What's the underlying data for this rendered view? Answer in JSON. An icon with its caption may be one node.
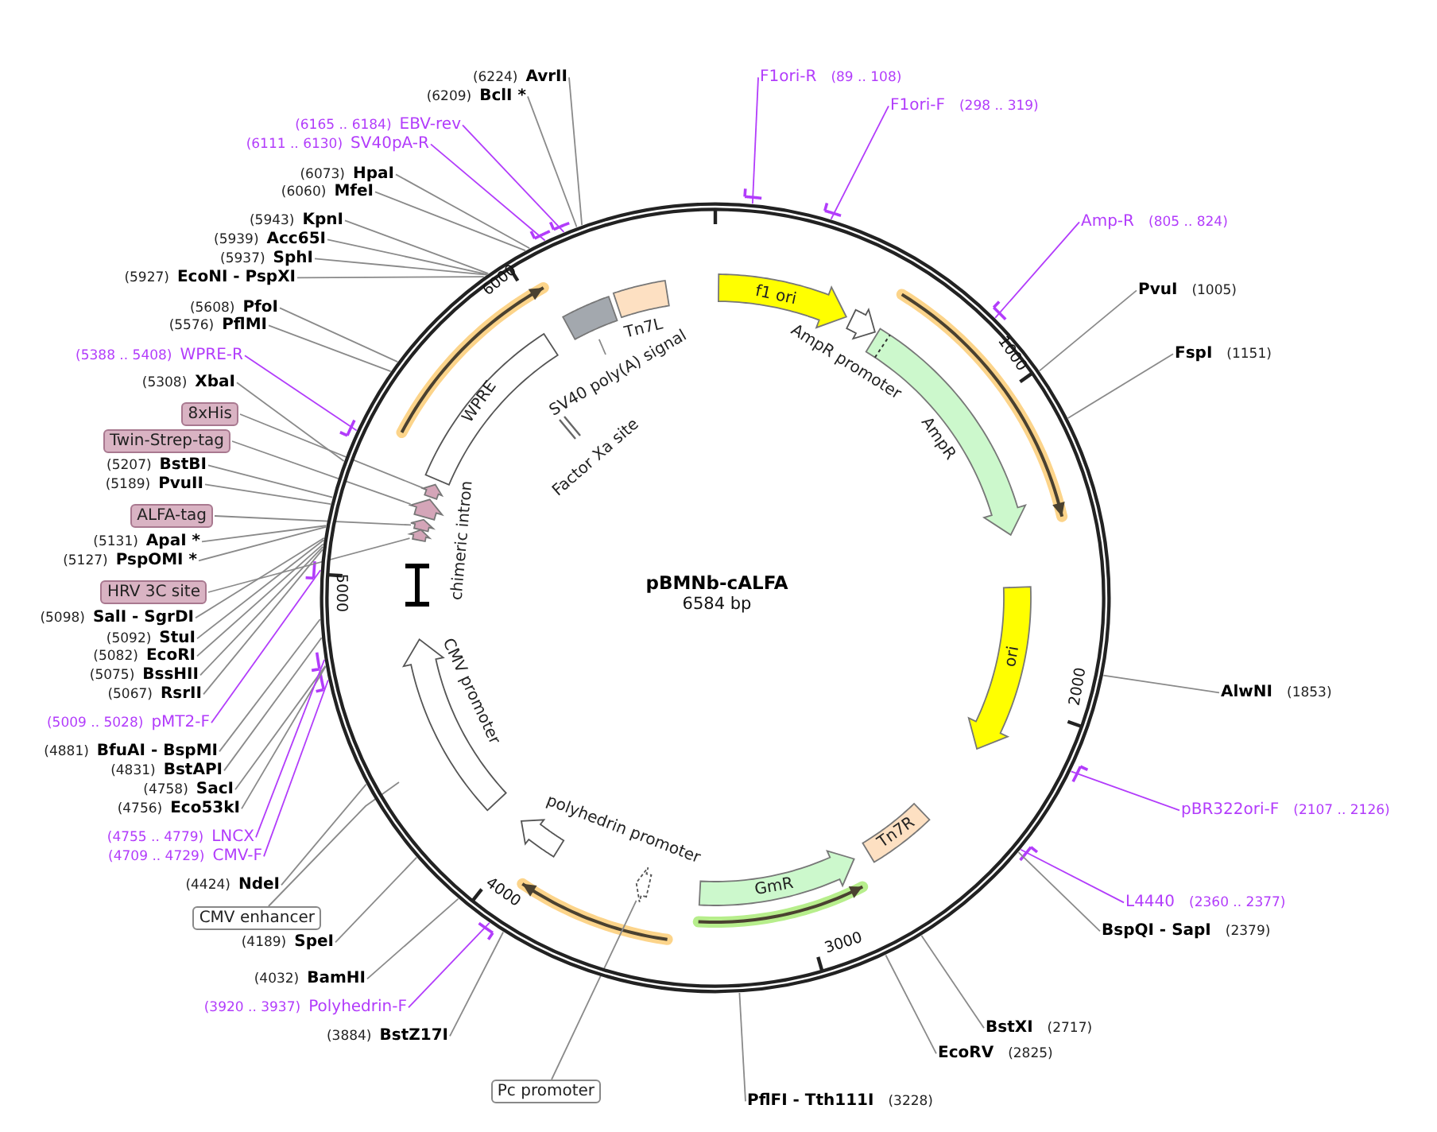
{
  "diagram": {
    "title": "pBMNb-cALFA",
    "nodes": [
      {
        "text": [],
        "shape": "circle"
      },
      {
        "text": [
          "f1 ori"
        ],
        "in": 0
      },
      {
        "text": [
          "AmpR promoter"
        ],
        "in": 0
      },
      {
        "text": [
          "AmpR"
        ],
        "in": 0
      },
      {
        "text": [
          "ori"
        ],
        "in": 0
      },
      {
        "text": [
          "Tn7R"
        ],
        "in": 0
      },
      {
        "text": [
          "GmR"
        ],
        "in": 0
      },
      {
        "text": [
          "polyhedrin promoter"
        ],
        "in": 0
      },
      {
        "text": [],
        "shape": "arrow",
        "in": 0
      },
      {
        "text": [
          "CMV promoter"
        ],
        "in": 0
      },
      {
        "text": [
          "chimeric intron"
        ],
        "in": 0
      },
      {
        "text": [],
        "shape": "arrow",
        "in": 0
      },
      {
        "text": [],
        "shape": "arrow",
        "in": 0
      },
      {
        "text": [],
        "shape": "arrow",
        "in": 0
      },
      {
        "text": [],
        "shape": "arrow",
        "in": 0
      },
      {
        "text": [
          "WPRE"
        ],
        "in": 0
      },
      {
        "text": [],
        "shape": "box",
        "in": 0
      },
      {
        "text": [
          "SV40 poly(A) signal"
        ],
        "in": 0
      },
      {
        "text": [
          "Tn7L"
        ],
        "in": 0
      },
      {
        "text": [
          "Factor Xa site"
        ],
        "in": 0
      },
      {
        "text": [
          "(6224)",
          "AvrII"
        ]
      },
      {
        "text": [
          "(6209)",
          "BclI *"
        ]
      },
      {
        "text": [
          "(6165 .. 6184)",
          "EBV-rev"
        ]
      },
      {
        "text": [
          "(6111 .. 6130)",
          "SV40pA-R"
        ]
      },
      {
        "text": [
          "(6073)",
          "HpaI"
        ]
      },
      {
        "text": [
          "(6060)",
          "MfeI"
        ]
      },
      {
        "text": [
          "(5943)",
          "KpnI"
        ]
      },
      {
        "text": [
          "(5939)",
          "Acc65I"
        ]
      },
      {
        "text": [
          "(5937)",
          "SphI"
        ]
      },
      {
        "text": [
          "(5927)",
          "EcoNI - PspXI"
        ]
      },
      {
        "text": [
          "(5608)",
          "PfoI"
        ]
      },
      {
        "text": [
          "(5576)",
          "PflMI"
        ]
      },
      {
        "text": [
          "(5388 .. 5408)",
          "WPRE-R"
        ]
      },
      {
        "text": [
          "(5308)",
          "XbaI"
        ]
      },
      {
        "text": [
          "8xHis"
        ]
      },
      {
        "text": [
          "Twin-Strep-tag"
        ]
      },
      {
        "text": [
          "(5207)",
          "BstBI"
        ]
      },
      {
        "text": [
          "(5189)",
          "PvuII"
        ]
      },
      {
        "text": [
          "ALFA-tag"
        ]
      },
      {
        "text": [
          "(5131)",
          "ApaI *"
        ]
      },
      {
        "text": [
          "(5127)",
          "PspOMI *"
        ]
      },
      {
        "text": [
          "HRV 3C site"
        ]
      },
      {
        "text": [
          "(5098)",
          "SalI - SgrDI"
        ]
      },
      {
        "text": [
          "(5092)",
          "StuI"
        ]
      },
      {
        "text": [
          "(5082)",
          "EcoRI"
        ]
      },
      {
        "text": [
          "(5075)",
          "BssHII"
        ]
      },
      {
        "text": [
          "(5067)",
          "RsrII"
        ]
      },
      {
        "text": [
          "(5009 .. 5028)",
          "pMT2-F"
        ]
      },
      {
        "text": [
          "(4881)",
          "BfuAI - BspMI"
        ]
      },
      {
        "text": [
          "(4831)",
          "BstAPI"
        ]
      },
      {
        "text": [
          "(4758)",
          "SacI"
        ]
      },
      {
        "text": [
          "(4756)",
          "Eco53kI"
        ]
      },
      {
        "text": [
          "(4755 .. 4779)",
          "LNCX"
        ]
      },
      {
        "text": [
          "(4709 .. 4729)",
          "CMV-F"
        ]
      },
      {
        "text": [
          "(4424)",
          "NdeI"
        ]
      },
      {
        "text": [
          "CMV enhancer"
        ]
      },
      {
        "text": [
          "(4189)",
          "SpeI"
        ]
      },
      {
        "text": [
          "(4032)",
          "BamHI"
        ]
      },
      {
        "text": [
          "(3920 .. 3937)",
          "Polyhedrin-F"
        ]
      },
      {
        "text": [
          "(3884)",
          "BstZ17I"
        ]
      },
      {
        "text": [
          "Pc promoter"
        ]
      },
      {
        "text": [
          "F1ori-R",
          "(89 .. 108)"
        ]
      },
      {
        "text": [
          "F1ori-F",
          "(298 .. 319)"
        ]
      },
      {
        "text": [
          "Amp-R",
          "(805 .. 824)"
        ]
      },
      {
        "text": [
          "PvuI",
          "(1005)"
        ]
      },
      {
        "text": [
          "FspI",
          "(1151)"
        ]
      },
      {
        "text": [
          "AlwNI",
          "(1853)"
        ]
      },
      {
        "text": [
          "pBR322ori-F",
          "(2107 .. 2126)"
        ]
      },
      {
        "text": [
          "L4440",
          "(2360 .. 2377)"
        ]
      },
      {
        "text": [
          "BspQI - SapI",
          "(2379)"
        ]
      },
      {
        "text": [
          "BstXI",
          "(2717)"
        ]
      },
      {
        "text": [
          "EcoRV",
          "(2825)"
        ]
      },
      {
        "text": [
          "PflFI - Tth111I",
          "(3228)"
        ]
      }
    ],
    "edges": [
      {
        "from": 17,
        "to": 16,
        "arrow": "none"
      },
      {
        "from": 20,
        "to": 0,
        "arrow": "none"
      },
      {
        "from": 21,
        "to": 0,
        "arrow": "none"
      },
      {
        "from": 22,
        "to": 0,
        "arrow": "none",
        "color": "#b23cfb"
      },
      {
        "from": 23,
        "to": 0,
        "arrow": "none",
        "color": "#b23cfb"
      },
      {
        "from": 24,
        "to": 0,
        "arrow": "none"
      },
      {
        "from": 25,
        "to": 0,
        "arrow": "none"
      },
      {
        "from": 26,
        "to": 0,
        "arrow": "none"
      },
      {
        "from": 27,
        "to": 0,
        "arrow": "none"
      },
      {
        "from": 28,
        "to": 0,
        "arrow": "none"
      },
      {
        "from": 29,
        "to": 0,
        "arrow": "none"
      },
      {
        "from": 30,
        "to": 0,
        "arrow": "none"
      },
      {
        "from": 31,
        "to": 0,
        "arrow": "none"
      },
      {
        "from": 32,
        "to": 0,
        "arrow": "none",
        "color": "#b23cfb"
      },
      {
        "from": 33,
        "to": 0,
        "arrow": "none"
      },
      {
        "from": 34,
        "to": 11,
        "arrow": "none"
      },
      {
        "from": 35,
        "to": 12,
        "arrow": "none"
      },
      {
        "from": 36,
        "to": 0,
        "arrow": "none"
      },
      {
        "from": 37,
        "to": 0,
        "arrow": "none"
      },
      {
        "from": 38,
        "to": 13,
        "arrow": "none"
      },
      {
        "from": 39,
        "to": 0,
        "arrow": "none"
      },
      {
        "from": 40,
        "to": 0,
        "arrow": "none"
      },
      {
        "from": 41,
        "to": 14,
        "arrow": "none"
      },
      {
        "from": 42,
        "to": 0,
        "arrow": "none"
      },
      {
        "from": 43,
        "to": 0,
        "arrow": "none"
      },
      {
        "from": 44,
        "to": 0,
        "arrow": "none"
      },
      {
        "from": 45,
        "to": 0,
        "arrow": "none"
      },
      {
        "from": 46,
        "to": 0,
        "arrow": "none"
      },
      {
        "from": 47,
        "to": 0,
        "arrow": "none",
        "color": "#b23cfb"
      },
      {
        "from": 48,
        "to": 0,
        "arrow": "none"
      },
      {
        "from": 49,
        "to": 0,
        "arrow": "none"
      },
      {
        "from": 50,
        "to": 0,
        "arrow": "none"
      },
      {
        "from": 51,
        "to": 0,
        "arrow": "none"
      },
      {
        "from": 52,
        "to": 0,
        "arrow": "none",
        "color": "#b23cfb"
      },
      {
        "from": 53,
        "to": 0,
        "arrow": "none",
        "color": "#b23cfb"
      },
      {
        "from": 54,
        "to": 0,
        "arrow": "none"
      },
      {
        "from": 55,
        "to": null,
        "arrow": "none"
      },
      {
        "from": 56,
        "to": 0,
        "arrow": "none"
      },
      {
        "from": 57,
        "to": 0,
        "arrow": "none"
      },
      {
        "from": 58,
        "to": 0,
        "arrow": "none",
        "color": "#b23cfb"
      },
      {
        "from": 59,
        "to": 0,
        "arrow": "none"
      },
      {
        "from": 60,
        "to": 8,
        "arrow": "none"
      },
      {
        "from": 61,
        "to": 0,
        "arrow": "none",
        "color": "#b23cfb"
      },
      {
        "from": 62,
        "to": 0,
        "arrow": "none",
        "color": "#b23cfb"
      },
      {
        "from": 63,
        "to": 0,
        "arrow": "none",
        "color": "#b23cfb"
      },
      {
        "from": 64,
        "to": 0,
        "arrow": "none"
      },
      {
        "from": 65,
        "to": 0,
        "arrow": "none"
      },
      {
        "from": 66,
        "to": 0,
        "arrow": "none"
      },
      {
        "from": 67,
        "to": 0,
        "arrow": "none",
        "color": "#b23cfb"
      },
      {
        "from": 68,
        "to": 0,
        "arrow": "none",
        "color": "#b23cfb"
      },
      {
        "from": 69,
        "to": 0,
        "arrow": "none"
      },
      {
        "from": 70,
        "to": 0,
        "arrow": "none"
      },
      {
        "from": 71,
        "to": 0,
        "arrow": "none"
      },
      {
        "from": 72,
        "to": 0,
        "arrow": "none"
      }
    ],
    "labels": [
      "6000",
      "1000",
      "6584 bp",
      "5000",
      "2000",
      "4000",
      "3000"
    ]
  }
}
